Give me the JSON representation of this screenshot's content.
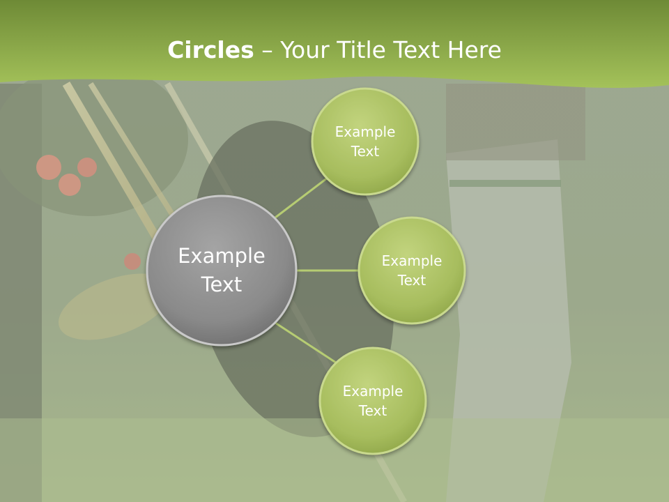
{
  "title": {
    "bold": "Circles",
    "dash": "–",
    "rest": "Your Title Text Here"
  },
  "center_node": {
    "label": "Example\nText"
  },
  "nodes": [
    {
      "label": "Example\nText"
    },
    {
      "label": "Example\nText"
    },
    {
      "label": "Example\nText"
    }
  ],
  "colors": {
    "header_dark": "#6e8a36",
    "header_light": "#a4c25a",
    "node_fill": "#a9bf62",
    "center_fill": "#8e8e8e",
    "connector": "#b6cc73"
  }
}
